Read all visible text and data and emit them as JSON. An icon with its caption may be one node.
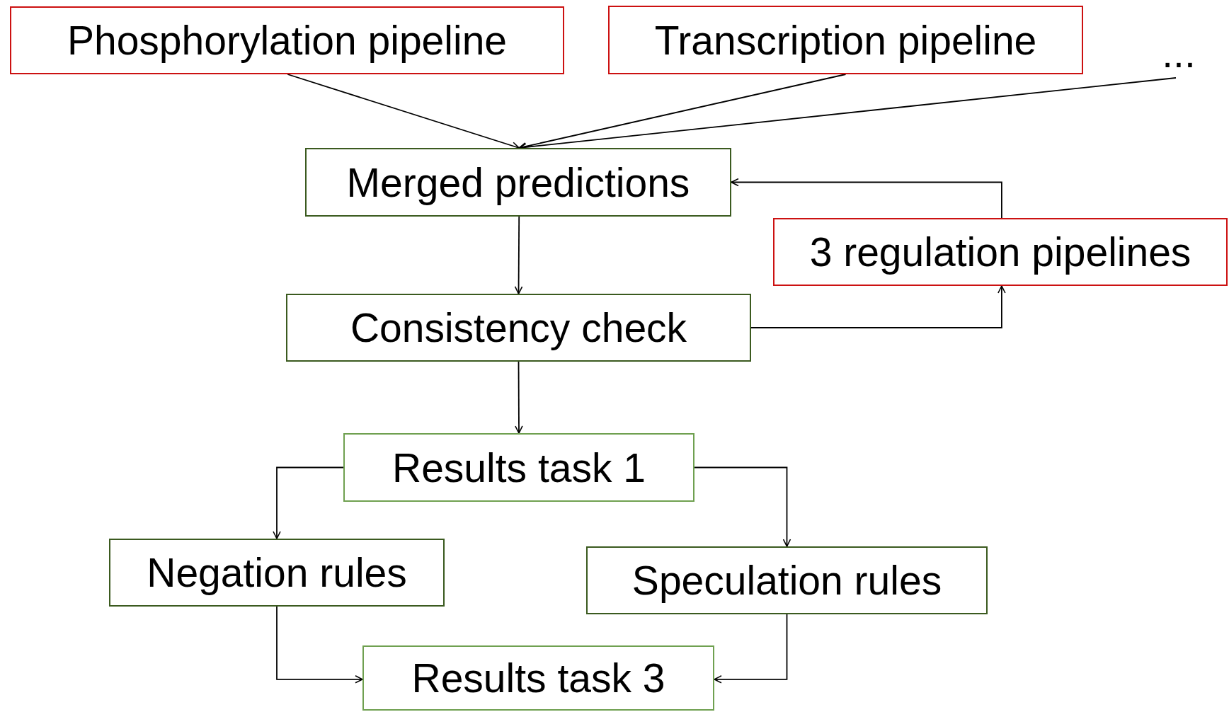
{
  "diagram": {
    "nodes": [
      {
        "text": [
          "Phosphorylation pipeline"
        ]
      },
      {
        "text": [
          "Transcription pipeline"
        ]
      },
      {
        "text": [
          "..."
        ]
      },
      {
        "text": [
          "Merged predictions"
        ]
      },
      {
        "text": [
          "3 regulation pipelines"
        ]
      },
      {
        "text": [
          "Consistency check"
        ]
      },
      {
        "text": [
          "Results task 1"
        ]
      },
      {
        "text": [
          "Negation rules"
        ]
      },
      {
        "text": [
          "Speculation rules"
        ]
      },
      {
        "text": [
          "Results task 3"
        ]
      }
    ],
    "edges": [
      {
        "from": 0,
        "to": 3,
        "arrow": "to"
      },
      {
        "from": 1,
        "to": 3,
        "arrow": "to"
      },
      {
        "from": 2,
        "to": 3,
        "arrow": "to"
      },
      {
        "from": 3,
        "to": 5,
        "arrow": "to"
      },
      {
        "from": 5,
        "to": 4,
        "arrow": "to"
      },
      {
        "from": 4,
        "to": 3,
        "arrow": "to"
      },
      {
        "from": 5,
        "to": 6,
        "arrow": "to"
      },
      {
        "from": 6,
        "to": 7,
        "arrow": "to"
      },
      {
        "from": 6,
        "to": 8,
        "arrow": "to"
      },
      {
        "from": 7,
        "to": 9,
        "arrow": "to"
      },
      {
        "from": 8,
        "to": 9,
        "arrow": "to"
      }
    ]
  }
}
